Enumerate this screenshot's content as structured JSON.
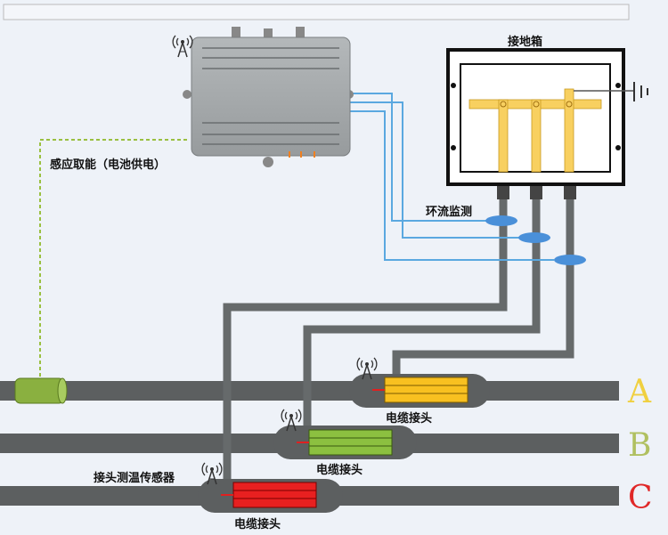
{
  "labels": {
    "grounding_box": "接地箱",
    "induction_power": "感应取能（电池供电）",
    "circulating_current": "环流监测",
    "joint_sensor": "接头测温传感器",
    "joint_a": "电缆接头",
    "joint_b": "电缆接头",
    "joint_c": "电缆接头"
  },
  "phases": [
    {
      "label": "A",
      "color": "#f0d040"
    },
    {
      "label": "B",
      "color": "#b0c060"
    },
    {
      "label": "C",
      "color": "#e02828"
    }
  ],
  "colors": {
    "cable": "#5c5f60",
    "ct_ring": "#4a90d9",
    "signal_line": "#5aa8e0",
    "power_line": "#9ac040",
    "busbar": "#f8d060",
    "joint_a_strip": "#f8c020",
    "joint_b_strip": "#8cc040",
    "joint_c_strip": "#e82020"
  },
  "icons": [
    "antenna-icon",
    "ground-symbol-icon"
  ]
}
